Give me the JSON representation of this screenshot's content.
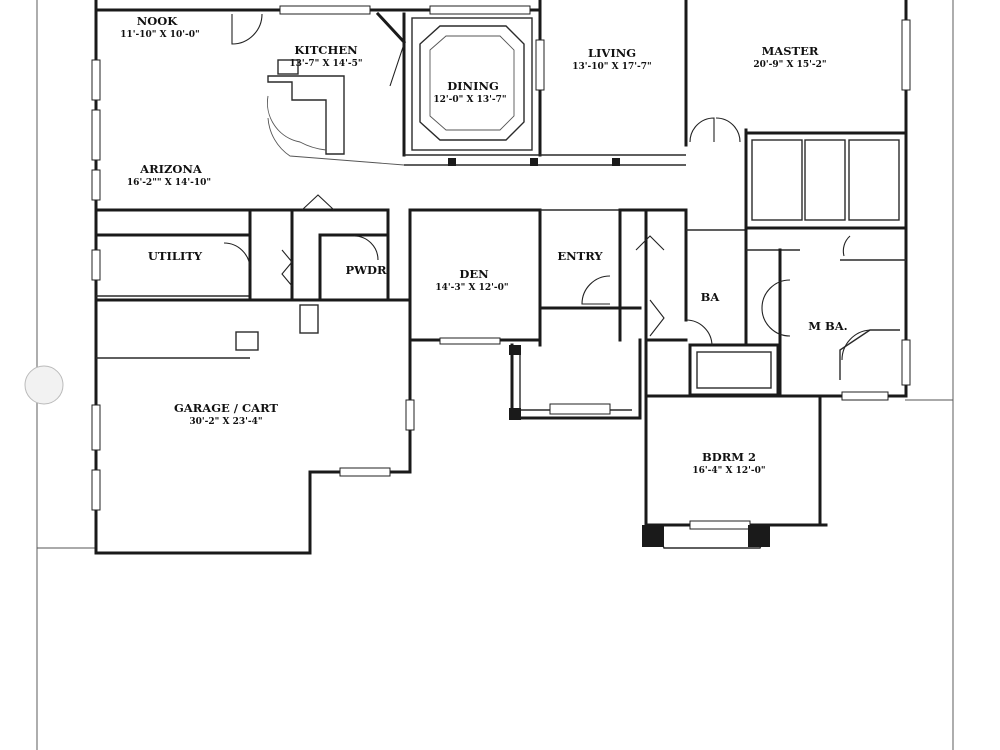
{
  "floor_plan": {
    "rooms": [
      {
        "id": "nook",
        "name": "NOOK",
        "dims": "11'-10\" X 10'-0\""
      },
      {
        "id": "kitchen",
        "name": "KITCHEN",
        "dims": "13'-7\" X 14'-5\""
      },
      {
        "id": "dining",
        "name": "DINING",
        "dims": "12'-0\" X 13'-7\""
      },
      {
        "id": "living",
        "name": "LIVING",
        "dims": "13'-10\" X 17'-7\""
      },
      {
        "id": "master",
        "name": "MASTER",
        "dims": "20'-9\" X 15'-2\""
      },
      {
        "id": "arizona",
        "name": "ARIZONA",
        "dims": "16'-2\"\" X 14'-10\""
      },
      {
        "id": "utility",
        "name": "UTILITY",
        "dims": ""
      },
      {
        "id": "pwdr",
        "name": "PWDR",
        "dims": ""
      },
      {
        "id": "den",
        "name": "DEN",
        "dims": "14'-3\" X 12'-0\""
      },
      {
        "id": "entry",
        "name": "ENTRY",
        "dims": ""
      },
      {
        "id": "ba",
        "name": "BA",
        "dims": ""
      },
      {
        "id": "mba",
        "name": "M BA.",
        "dims": ""
      },
      {
        "id": "garage",
        "name": "GARAGE / CART",
        "dims": "30'-2\" X 23'-4\""
      },
      {
        "id": "bdrm2",
        "name": "BDRM 2",
        "dims": "16'-4\" X 12'-0\""
      }
    ]
  }
}
